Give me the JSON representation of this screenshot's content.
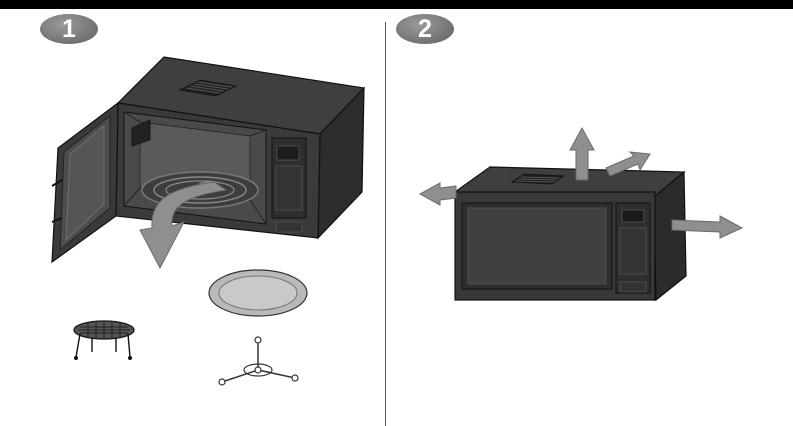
{
  "steps": [
    {
      "number": "1"
    },
    {
      "number": "2"
    }
  ],
  "colors": {
    "bar": "#000000",
    "microwave_body": "#3a3a3a",
    "microwave_dark": "#262626",
    "arrow": "#8f8f8f",
    "badge": "#7a7a7a"
  },
  "icons": [
    "microwave-open-door",
    "curved-arrow",
    "glass-tray",
    "rack",
    "roller-ring",
    "microwave-closed",
    "airflow-arrow"
  ]
}
